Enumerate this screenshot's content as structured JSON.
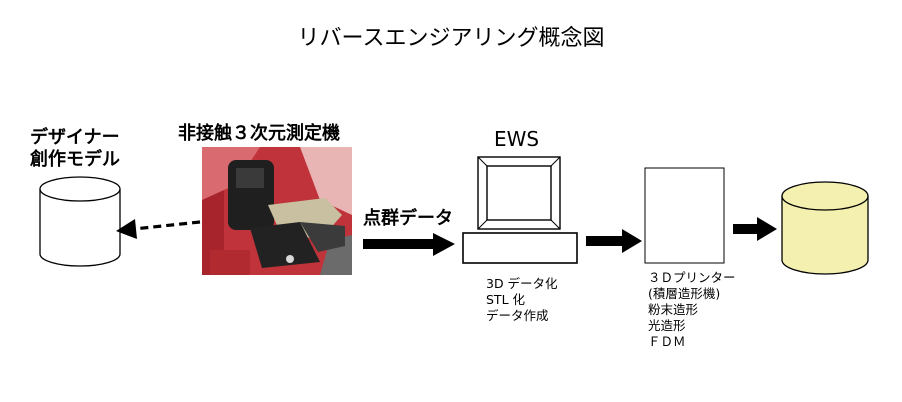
{
  "title": "リバースエンジアリング概念図",
  "designer_model": {
    "line1": "デザイナー",
    "line2": "創作モデル"
  },
  "scanner": {
    "label": "非接触３次元測定機"
  },
  "point_cloud": {
    "label": "点群データ"
  },
  "ews": {
    "label": "EWS",
    "notes": [
      "3D データ化",
      "STL 化",
      "データ作成"
    ]
  },
  "printer": {
    "notes": [
      "３Ｄプリンター",
      "(積層造形機)",
      "粉末造形",
      "光造形",
      "ＦＤＭ"
    ]
  },
  "colors": {
    "output_cylinder": "#f3f0b0",
    "input_cylinder": "#ffffff"
  }
}
